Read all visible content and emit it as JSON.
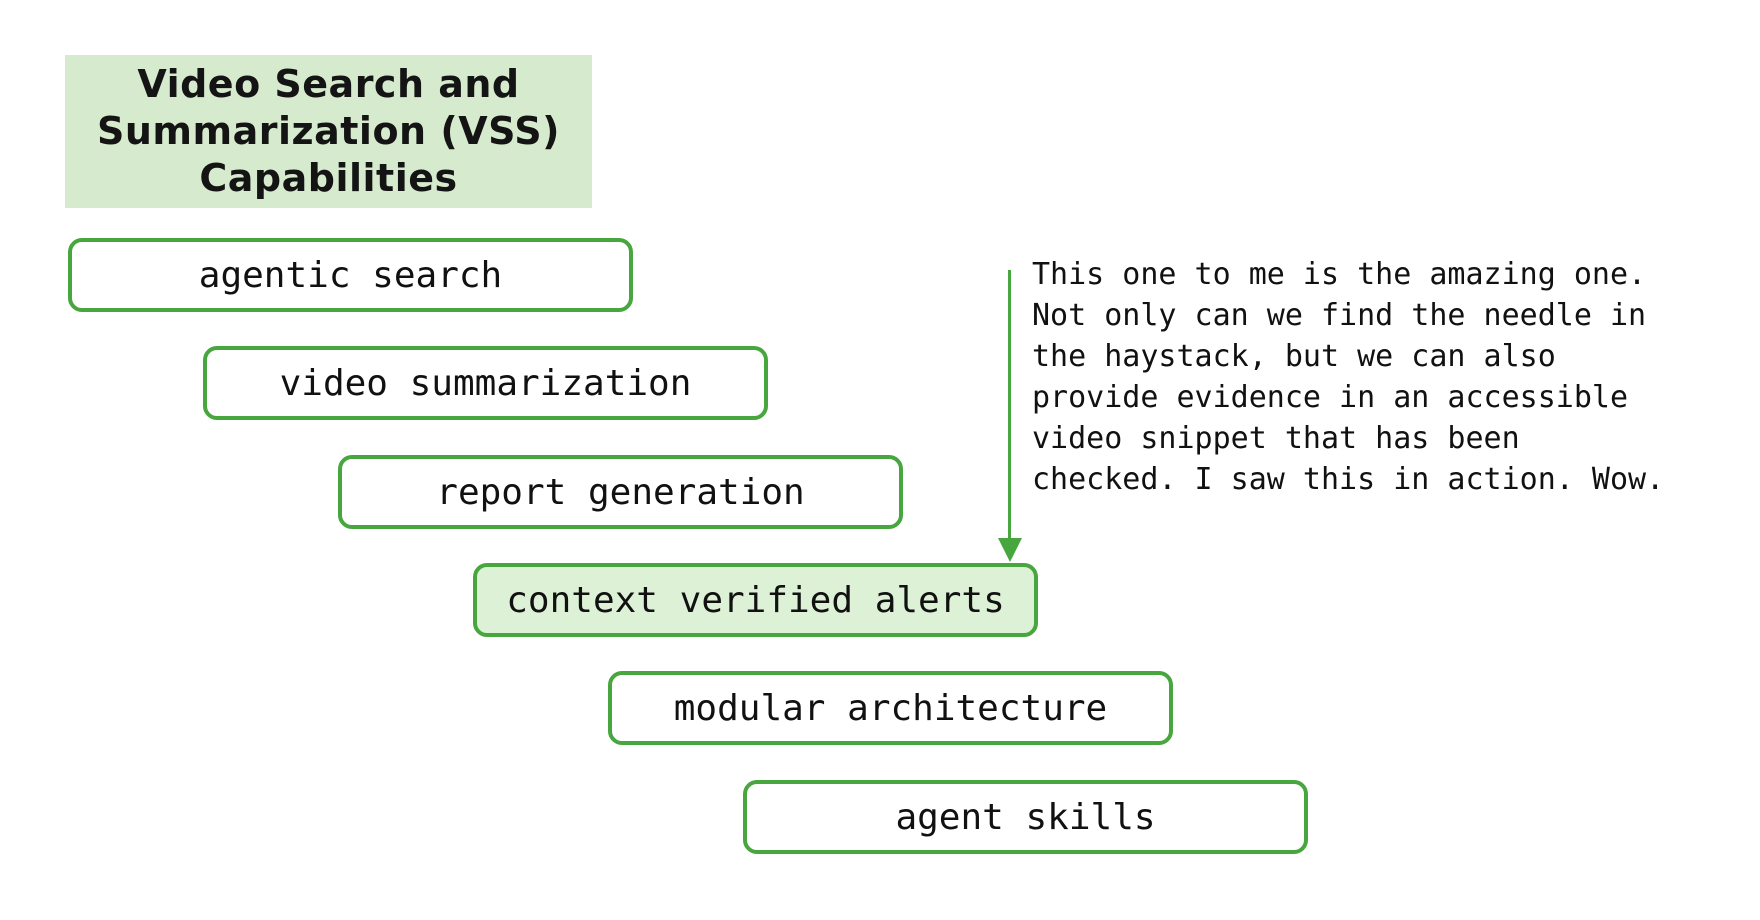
{
  "colors": {
    "accent_green": "#47a63d",
    "title_background": "#d6ebcd",
    "highlight_background": "#ddf1d6",
    "text": "#111111",
    "canvas_background": "#ffffff"
  },
  "title": {
    "text": "Video Search and\nSummarization (VSS)\nCapabilities"
  },
  "capabilities": [
    {
      "label": "agentic search",
      "highlighted": false
    },
    {
      "label": "video summarization",
      "highlighted": false
    },
    {
      "label": "report generation",
      "highlighted": false
    },
    {
      "label": "context verified alerts",
      "highlighted": true
    },
    {
      "label": "modular architecture",
      "highlighted": false
    },
    {
      "label": "agent skills",
      "highlighted": false
    }
  ],
  "annotation": {
    "text": "This one to me is the amazing one.\nNot only can we find the needle in\nthe haystack, but we can also\nprovide evidence in an accessible\nvideo snippet that has been\nchecked. I saw this in action. Wow.",
    "arrow_icon": "arrow-down",
    "arrow_points_to": "context verified alerts"
  }
}
